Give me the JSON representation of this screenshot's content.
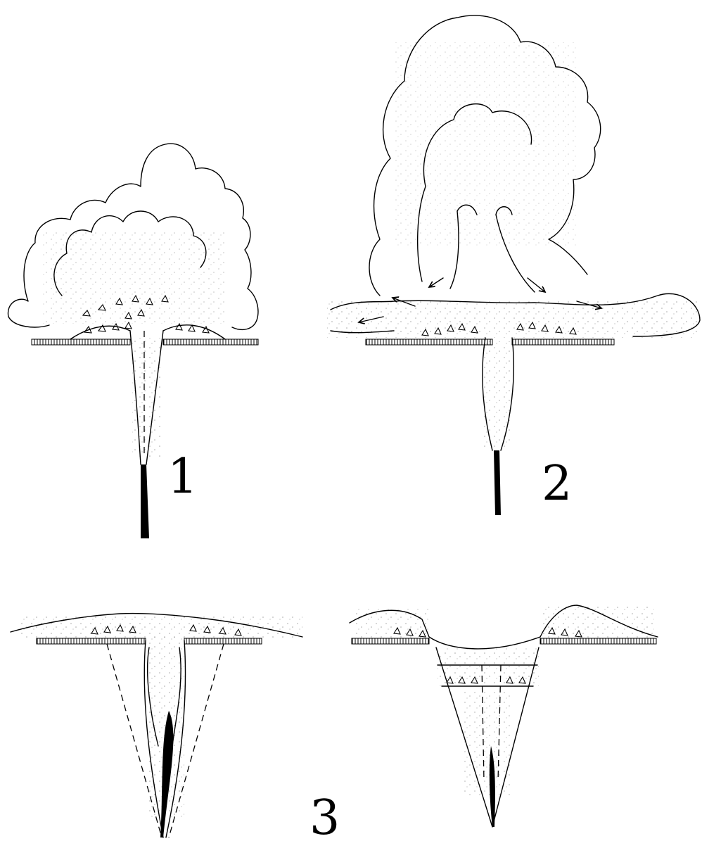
{
  "panels": [
    {
      "id": "stage-1",
      "label": "1"
    },
    {
      "id": "stage-2",
      "label": "2"
    },
    {
      "id": "stage-3",
      "label": "3"
    }
  ]
}
